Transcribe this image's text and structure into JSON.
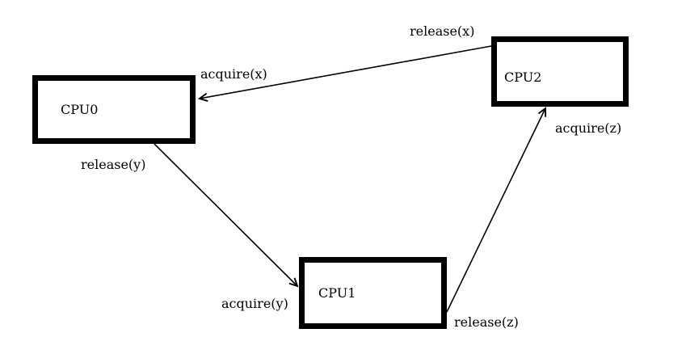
{
  "diagram": {
    "background_color": "#ffffff",
    "stroke_color": "#000000",
    "nodes": [
      {
        "id": "cpu0",
        "label": "CPU0"
      },
      {
        "id": "cpu1",
        "label": "CPU1"
      },
      {
        "id": "cpu2",
        "label": "CPU2"
      }
    ],
    "edges": [
      {
        "from": "CPU2",
        "to": "CPU0",
        "source_label": "release(x)",
        "target_label": "acquire(x)"
      },
      {
        "from": "CPU0",
        "to": "CPU1",
        "source_label": "release(y)",
        "target_label": "acquire(y)"
      },
      {
        "from": "CPU1",
        "to": "CPU2",
        "source_label": "release(z)",
        "target_label": "acquire(z)"
      }
    ]
  }
}
